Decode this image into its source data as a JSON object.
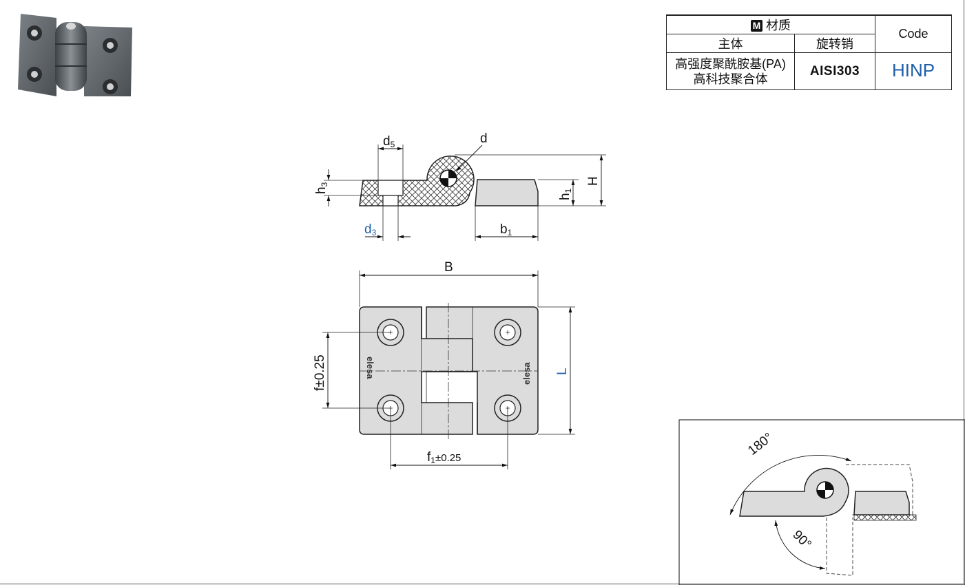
{
  "spec_table": {
    "material_header": "材质",
    "material_badge": "M",
    "col_body": "主体",
    "col_pin": "旋转销",
    "col_code": "Code",
    "body_material_line1": "高强度聚酰胺基(PA)",
    "body_material_line2": "高科技聚合体",
    "pin_material": "AISI303",
    "code": "HINP"
  },
  "side_view_labels": {
    "d5": {
      "main": "d",
      "sub": "5"
    },
    "d": "d",
    "h3": {
      "main": "h",
      "sub": "3"
    },
    "h1": {
      "main": "h",
      "sub": "1"
    },
    "H": "H",
    "d3": {
      "main": "d",
      "sub": "3"
    },
    "b1": {
      "main": "b",
      "sub": "1"
    }
  },
  "top_view_labels": {
    "B": "B",
    "L": "L",
    "f": "f±0.25",
    "f1": {
      "main": "f",
      "sub": "1",
      "tol": "±0.25"
    },
    "logo": "elesa"
  },
  "rotation_labels": {
    "angle_open": "180°",
    "angle_fold": "90°"
  },
  "colors": {
    "part_fill": "#dcdcdc",
    "outline": "#222222",
    "blue_label": "#1f5fa8",
    "photo_body": "#5b6166"
  }
}
